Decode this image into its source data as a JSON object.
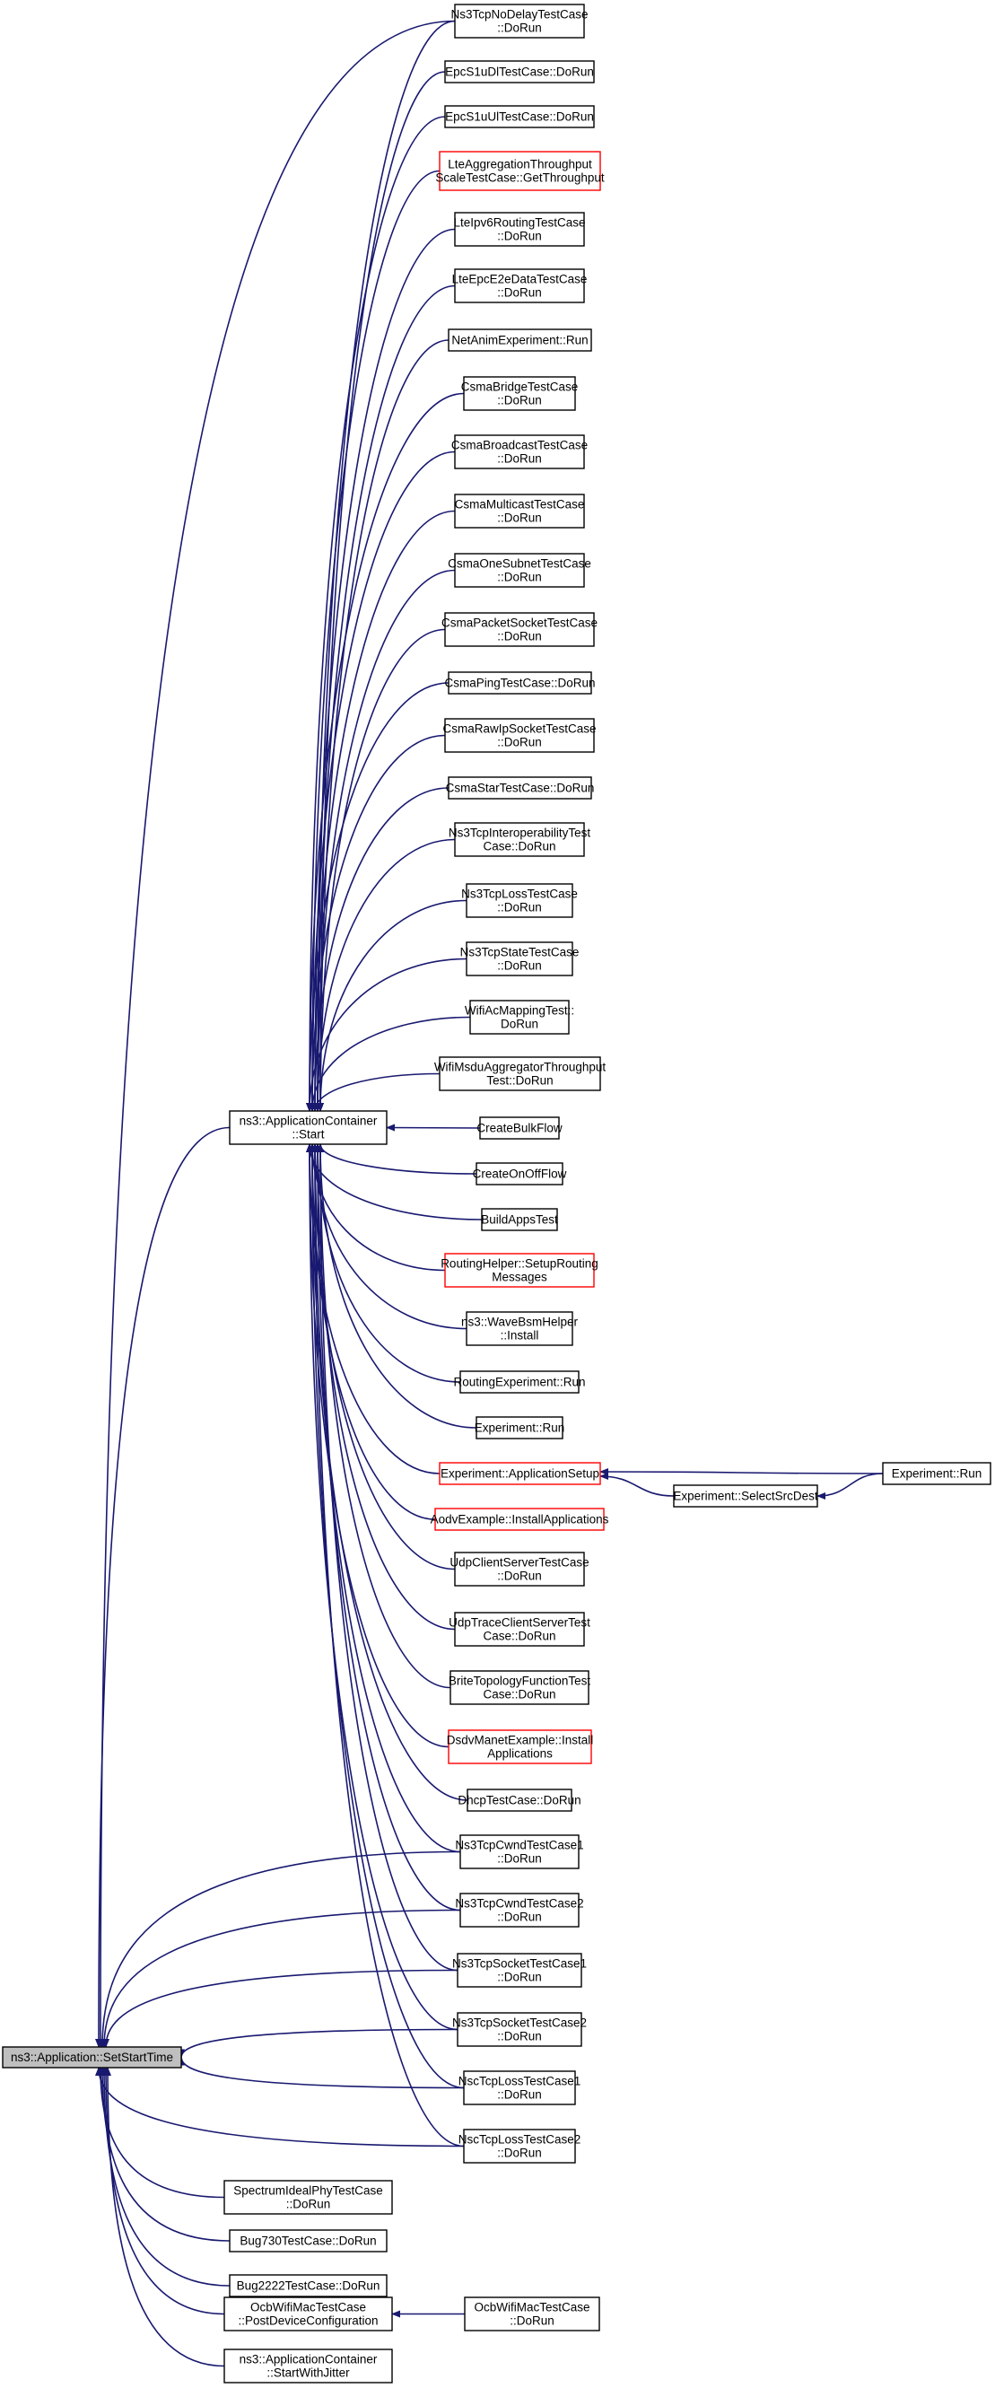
{
  "nodes": [
    {
      "id": "setstarttime",
      "lines": [
        "ns3::Application::SetStartTime"
      ],
      "color": "root"
    },
    {
      "id": "appcontainer_start",
      "lines": [
        "ns3::ApplicationContainer",
        "::Start"
      ],
      "color": "black"
    },
    {
      "id": "ns3tcpnodelay",
      "lines": [
        "Ns3TcpNoDelayTestCase",
        "::DoRun"
      ],
      "color": "black"
    },
    {
      "id": "epcs1udl",
      "lines": [
        "EpcS1uDlTestCase::DoRun"
      ],
      "color": "black"
    },
    {
      "id": "epcs1uul",
      "lines": [
        "EpcS1uUlTestCase::DoRun"
      ],
      "color": "black"
    },
    {
      "id": "lteagg",
      "lines": [
        "LteAggregationThroughput",
        "ScaleTestCase::GetThroughput"
      ],
      "color": "red"
    },
    {
      "id": "lteipv6",
      "lines": [
        "LteIpv6RoutingTestCase",
        "::DoRun"
      ],
      "color": "black"
    },
    {
      "id": "lteepce2e",
      "lines": [
        "LteEpcE2eDataTestCase",
        "::DoRun"
      ],
      "color": "black"
    },
    {
      "id": "netanim",
      "lines": [
        "NetAnimExperiment::Run"
      ],
      "color": "black"
    },
    {
      "id": "csmabridge",
      "lines": [
        "CsmaBridgeTestCase",
        "::DoRun"
      ],
      "color": "black"
    },
    {
      "id": "csmabroadcast",
      "lines": [
        "CsmaBroadcastTestCase",
        "::DoRun"
      ],
      "color": "black"
    },
    {
      "id": "csmamulticast",
      "lines": [
        "CsmaMulticastTestCase",
        "::DoRun"
      ],
      "color": "black"
    },
    {
      "id": "csmaonesubnet",
      "lines": [
        "CsmaOneSubnetTestCase",
        "::DoRun"
      ],
      "color": "black"
    },
    {
      "id": "csmapacketsocket",
      "lines": [
        "CsmaPacketSocketTestCase",
        "::DoRun"
      ],
      "color": "black"
    },
    {
      "id": "csmaping",
      "lines": [
        "CsmaPingTestCase::DoRun"
      ],
      "color": "black"
    },
    {
      "id": "csmarawip",
      "lines": [
        "CsmaRawIpSocketTestCase",
        "::DoRun"
      ],
      "color": "black"
    },
    {
      "id": "csmastar",
      "lines": [
        "CsmaStarTestCase::DoRun"
      ],
      "color": "black"
    },
    {
      "id": "ns3tcpinterop",
      "lines": [
        "Ns3TcpInteroperabilityTest",
        "Case::DoRun"
      ],
      "color": "black"
    },
    {
      "id": "ns3tcploss",
      "lines": [
        "Ns3TcpLossTestCase",
        "::DoRun"
      ],
      "color": "black"
    },
    {
      "id": "ns3tcpstate",
      "lines": [
        "Ns3TcpStateTestCase",
        "::DoRun"
      ],
      "color": "black"
    },
    {
      "id": "wifiacmapping",
      "lines": [
        "WifiAcMappingTest::",
        "DoRun"
      ],
      "color": "black"
    },
    {
      "id": "wifimsdu",
      "lines": [
        "WifiMsduAggregatorThroughput",
        "Test::DoRun"
      ],
      "color": "black"
    },
    {
      "id": "createbulkflow",
      "lines": [
        "CreateBulkFlow"
      ],
      "color": "black"
    },
    {
      "id": "createonoffflow",
      "lines": [
        "CreateOnOffFlow"
      ],
      "color": "black"
    },
    {
      "id": "buildappstest",
      "lines": [
        "BuildAppsTest"
      ],
      "color": "black"
    },
    {
      "id": "routinghelper",
      "lines": [
        "RoutingHelper::SetupRouting",
        "Messages"
      ],
      "color": "red"
    },
    {
      "id": "wavebsm",
      "lines": [
        "ns3::WaveBsmHelper",
        "::Install"
      ],
      "color": "black"
    },
    {
      "id": "routingexp",
      "lines": [
        "RoutingExperiment::Run"
      ],
      "color": "black"
    },
    {
      "id": "experimentrun1",
      "lines": [
        "Experiment::Run"
      ],
      "color": "black"
    },
    {
      "id": "expappsetup",
      "lines": [
        "Experiment::ApplicationSetup"
      ],
      "color": "red"
    },
    {
      "id": "expselectsrc",
      "lines": [
        "Experiment::SelectSrcDest"
      ],
      "color": "black"
    },
    {
      "id": "experimentrun2",
      "lines": [
        "Experiment::Run"
      ],
      "color": "black"
    },
    {
      "id": "aodvexample",
      "lines": [
        "AodvExample::InstallApplications"
      ],
      "color": "red"
    },
    {
      "id": "udpclientserver",
      "lines": [
        "UdpClientServerTestCase",
        "::DoRun"
      ],
      "color": "black"
    },
    {
      "id": "udptrace",
      "lines": [
        "UdpTraceClientServerTest",
        "Case::DoRun"
      ],
      "color": "black"
    },
    {
      "id": "britetopology",
      "lines": [
        "BriteTopologyFunctionTest",
        "Case::DoRun"
      ],
      "color": "black"
    },
    {
      "id": "dsdvmanet",
      "lines": [
        "DsdvManetExample::Install",
        "Applications"
      ],
      "color": "red"
    },
    {
      "id": "dhcptest",
      "lines": [
        "DhcpTestCase::DoRun"
      ],
      "color": "black"
    },
    {
      "id": "ns3tcpcwnd1",
      "lines": [
        "Ns3TcpCwndTestCase1",
        "::DoRun"
      ],
      "color": "black"
    },
    {
      "id": "ns3tcpcwnd2",
      "lines": [
        "Ns3TcpCwndTestCase2",
        "::DoRun"
      ],
      "color": "black"
    },
    {
      "id": "ns3tcpsocket1",
      "lines": [
        "Ns3TcpSocketTestCase1",
        "::DoRun"
      ],
      "color": "black"
    },
    {
      "id": "ns3tcpsocket2",
      "lines": [
        "Ns3TcpSocketTestCase2",
        "::DoRun"
      ],
      "color": "black"
    },
    {
      "id": "nsctcploss1",
      "lines": [
        "NscTcpLossTestCase1",
        "::DoRun"
      ],
      "color": "black"
    },
    {
      "id": "nsctcploss2",
      "lines": [
        "NscTcpLossTestCase2",
        "::DoRun"
      ],
      "color": "black"
    },
    {
      "id": "spectrumideal",
      "lines": [
        "SpectrumIdealPhyTestCase",
        "::DoRun"
      ],
      "color": "black"
    },
    {
      "id": "bug730",
      "lines": [
        "Bug730TestCase::DoRun"
      ],
      "color": "black"
    },
    {
      "id": "bug2222",
      "lines": [
        "Bug2222TestCase::DoRun"
      ],
      "color": "black"
    },
    {
      "id": "ocbwifimac_post",
      "lines": [
        "OcbWifiMacTestCase",
        "::PostDeviceConfiguration"
      ],
      "color": "black"
    },
    {
      "id": "ocbwifimac_dorun",
      "lines": [
        "OcbWifiMacTestCase",
        "::DoRun"
      ],
      "color": "black"
    },
    {
      "id": "appcontainer_jitter",
      "lines": [
        "ns3::ApplicationContainer",
        "::StartWithJitter"
      ],
      "color": "black"
    }
  ],
  "edges": [
    [
      "appcontainer_start",
      "setstarttime"
    ],
    [
      "ns3tcpnodelay",
      "setstarttime"
    ],
    [
      "ns3tcpcwnd1",
      "setstarttime"
    ],
    [
      "ns3tcpcwnd2",
      "setstarttime"
    ],
    [
      "ns3tcpsocket1",
      "setstarttime"
    ],
    [
      "ns3tcpsocket2",
      "setstarttime"
    ],
    [
      "nsctcploss1",
      "setstarttime"
    ],
    [
      "nsctcploss2",
      "setstarttime"
    ],
    [
      "spectrumideal",
      "setstarttime"
    ],
    [
      "bug730",
      "setstarttime"
    ],
    [
      "bug2222",
      "setstarttime"
    ],
    [
      "ocbwifimac_post",
      "setstarttime"
    ],
    [
      "appcontainer_jitter",
      "setstarttime"
    ],
    [
      "ns3tcpnodelay",
      "appcontainer_start"
    ],
    [
      "epcs1udl",
      "appcontainer_start"
    ],
    [
      "epcs1uul",
      "appcontainer_start"
    ],
    [
      "lteagg",
      "appcontainer_start"
    ],
    [
      "lteipv6",
      "appcontainer_start"
    ],
    [
      "lteepce2e",
      "appcontainer_start"
    ],
    [
      "netanim",
      "appcontainer_start"
    ],
    [
      "csmabridge",
      "appcontainer_start"
    ],
    [
      "csmabroadcast",
      "appcontainer_start"
    ],
    [
      "csmamulticast",
      "appcontainer_start"
    ],
    [
      "csmaonesubnet",
      "appcontainer_start"
    ],
    [
      "csmapacketsocket",
      "appcontainer_start"
    ],
    [
      "csmaping",
      "appcontainer_start"
    ],
    [
      "csmarawip",
      "appcontainer_start"
    ],
    [
      "csmastar",
      "appcontainer_start"
    ],
    [
      "ns3tcpinterop",
      "appcontainer_start"
    ],
    [
      "ns3tcploss",
      "appcontainer_start"
    ],
    [
      "ns3tcpstate",
      "appcontainer_start"
    ],
    [
      "wifiacmapping",
      "appcontainer_start"
    ],
    [
      "wifimsdu",
      "appcontainer_start"
    ],
    [
      "createbulkflow",
      "appcontainer_start"
    ],
    [
      "createonoffflow",
      "appcontainer_start"
    ],
    [
      "buildappstest",
      "appcontainer_start"
    ],
    [
      "routinghelper",
      "appcontainer_start"
    ],
    [
      "wavebsm",
      "appcontainer_start"
    ],
    [
      "routingexp",
      "appcontainer_start"
    ],
    [
      "experimentrun1",
      "appcontainer_start"
    ],
    [
      "expappsetup",
      "appcontainer_start"
    ],
    [
      "aodvexample",
      "appcontainer_start"
    ],
    [
      "udpclientserver",
      "appcontainer_start"
    ],
    [
      "udptrace",
      "appcontainer_start"
    ],
    [
      "britetopology",
      "appcontainer_start"
    ],
    [
      "dsdvmanet",
      "appcontainer_start"
    ],
    [
      "dhcptest",
      "appcontainer_start"
    ],
    [
      "ns3tcpcwnd1",
      "appcontainer_start"
    ],
    [
      "ns3tcpcwnd2",
      "appcontainer_start"
    ],
    [
      "ns3tcpsocket1",
      "appcontainer_start"
    ],
    [
      "ns3tcpsocket2",
      "appcontainer_start"
    ],
    [
      "nsctcploss1",
      "appcontainer_start"
    ],
    [
      "nsctcploss2",
      "appcontainer_start"
    ],
    [
      "experimentrun2",
      "expappsetup"
    ],
    [
      "expselectsrc",
      "expappsetup"
    ],
    [
      "experimentrun2",
      "expselectsrc"
    ],
    [
      "ocbwifimac_dorun",
      "ocbwifimac_post"
    ]
  ],
  "colors": {
    "edge": "#191970",
    "red_border": "#ff0000",
    "root_fill": "#bfbfbf",
    "node_border": "#000000"
  }
}
